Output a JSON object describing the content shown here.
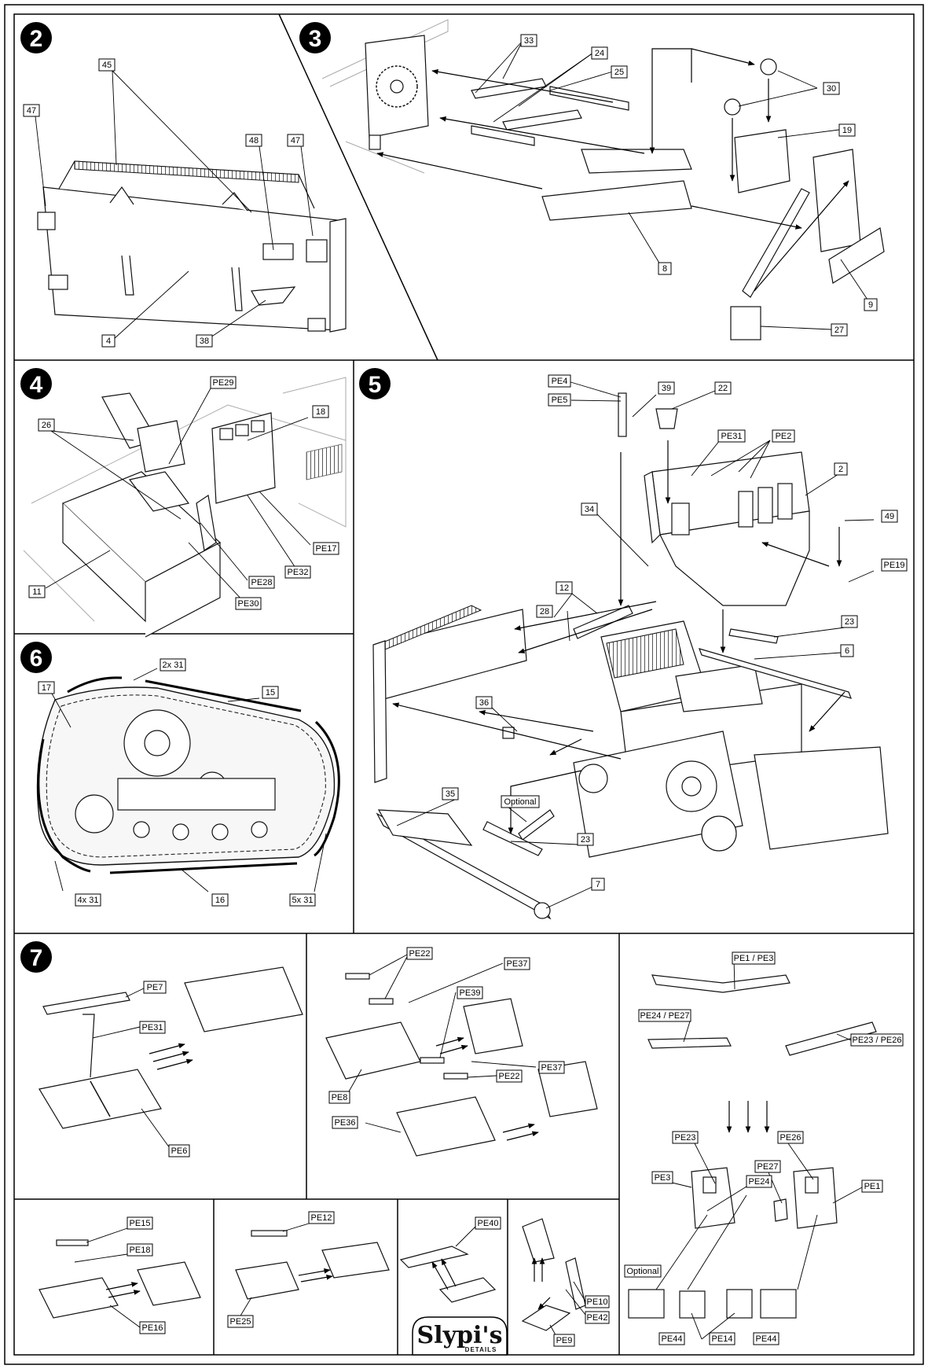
{
  "steps": {
    "s2": "2",
    "s3": "3",
    "s4": "4",
    "s5": "5",
    "s6": "6",
    "s7": "7"
  },
  "labels": {
    "p2": [
      "47",
      "45",
      "48",
      "47",
      "4",
      "38"
    ],
    "p3": [
      "33",
      "24",
      "25",
      "30",
      "19",
      "8",
      "9",
      "27"
    ],
    "p4": [
      "PE29",
      "26",
      "18",
      "PE17",
      "PE32",
      "PE28",
      "PE30",
      "11"
    ],
    "p5": [
      "PE4",
      "PE5",
      "39",
      "22",
      "PE31",
      "PE2",
      "2",
      "34",
      "49",
      "PE19",
      "12",
      "28",
      "23",
      "6",
      "36",
      "35",
      "Optional",
      "23",
      "7"
    ],
    "p6": [
      "17",
      "2x 31",
      "15",
      "4x 31",
      "16",
      "5x 31"
    ],
    "p7a": [
      "PE7",
      "PE31",
      "PE6"
    ],
    "p7b": [
      "PE22",
      "PE37",
      "PE39",
      "PE37",
      "PE22",
      "PE8",
      "PE36"
    ],
    "p7c": [
      "PE1 / PE3",
      "PE24 / PE27",
      "PE23 / PE26",
      "PE23",
      "PE26",
      "PE3",
      "PE27",
      "PE24",
      "PE1",
      "Optional",
      "PE44",
      "PE14",
      "PE44"
    ],
    "p7d": [
      "PE15",
      "PE18",
      "PE16"
    ],
    "p7e": [
      "PE12",
      "PE25"
    ],
    "p7f": [
      "PE40"
    ],
    "p7g": [
      "PE10",
      "PE42",
      "PE9"
    ]
  },
  "brand": {
    "name": "Slypi's",
    "sub": "DETAILS"
  }
}
